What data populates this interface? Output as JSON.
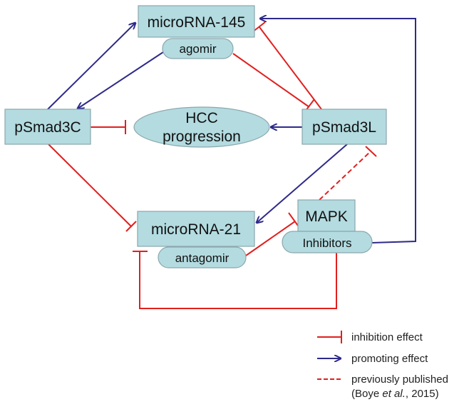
{
  "colors": {
    "node_fill": "#b3dbe0",
    "node_stroke": "#8aa8ad",
    "inhibition": "#e0201f",
    "promoting": "#2e2a8a"
  },
  "nodes": {
    "mir145": {
      "label": "microRNA-145"
    },
    "agomir": {
      "label": "agomir"
    },
    "psmad3c": {
      "label": "pSmad3C"
    },
    "hcc": {
      "line1": "HCC",
      "line2": "progression"
    },
    "psmad3l": {
      "label": "pSmad3L"
    },
    "mir21": {
      "label": "microRNA-21"
    },
    "antagomir": {
      "label": "antagomir"
    },
    "mapk": {
      "label": "MAPK"
    },
    "inhibitors": {
      "label": "Inhibitors"
    }
  },
  "edges": [
    {
      "from": "pSmad3C",
      "to": "microRNA-145",
      "type": "promoting"
    },
    {
      "from": "agomir",
      "to": "pSmad3C",
      "type": "promoting"
    },
    {
      "from": "agomir",
      "to": "pSmad3L",
      "type": "inhibition"
    },
    {
      "from": "pSmad3L",
      "to": "microRNA-145",
      "type": "inhibition"
    },
    {
      "from": "pSmad3C",
      "to": "HCC progression",
      "type": "inhibition"
    },
    {
      "from": "pSmad3L",
      "to": "HCC progression",
      "type": "promoting"
    },
    {
      "from": "pSmad3C",
      "to": "microRNA-21",
      "type": "inhibition"
    },
    {
      "from": "pSmad3L",
      "to": "microRNA-21",
      "type": "promoting"
    },
    {
      "from": "MAPK",
      "to": "pSmad3L",
      "type": "inhibition",
      "style": "dashed"
    },
    {
      "from": "antagomir",
      "to": "MAPK",
      "type": "inhibition"
    },
    {
      "from": "Inhibitors",
      "to": "microRNA-145",
      "type": "promoting"
    },
    {
      "from": "Inhibitors",
      "to": "microRNA-21",
      "type": "inhibition"
    }
  ],
  "legend": {
    "inhibition": "inhibition effect",
    "promoting": "promoting effect",
    "published_line1": "previously published",
    "published_line2_pre": "(Boye ",
    "published_line2_italic": "et al.",
    "published_line2_post": ", 2015)"
  }
}
